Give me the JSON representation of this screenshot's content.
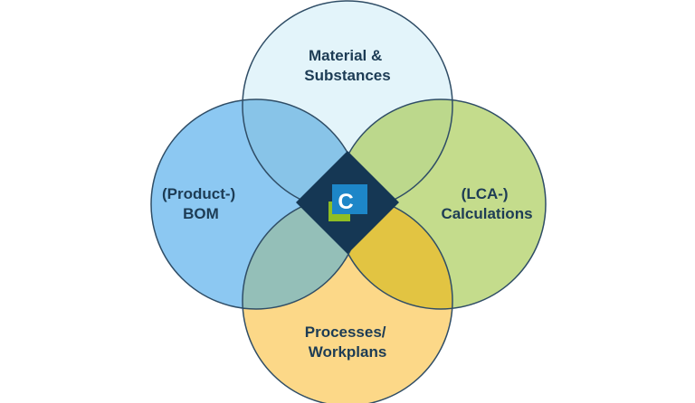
{
  "diagram": {
    "circles": [
      {
        "key": "top",
        "label_lines": [
          "Material &",
          "Substances"
        ],
        "fill": "#e3f4fa"
      },
      {
        "key": "left",
        "label_lines": [
          "(Product-)",
          "BOM"
        ],
        "fill": "#8cc8f2"
      },
      {
        "key": "right",
        "label_lines": [
          "(LCA-)",
          "Calculations"
        ],
        "fill": "#c4dc8c"
      },
      {
        "key": "bottom",
        "label_lines": [
          "Processes/",
          "Workplans"
        ],
        "fill": "#fcd888"
      }
    ],
    "overlaps": {
      "top_left": "#88c4e8",
      "top_right": "#bcd88c",
      "bottom_left": "#94bfb8",
      "bottom_right": "#e2c442"
    },
    "outline_color": "#2f4d66",
    "label_color": "#1d3c55",
    "center": {
      "diamond_color": "#153754",
      "logo": {
        "name": "c-logo-icon",
        "letter": "C",
        "blue": "#1d86c8",
        "green": "#8fbe24",
        "orange": "#f29100"
      }
    }
  }
}
